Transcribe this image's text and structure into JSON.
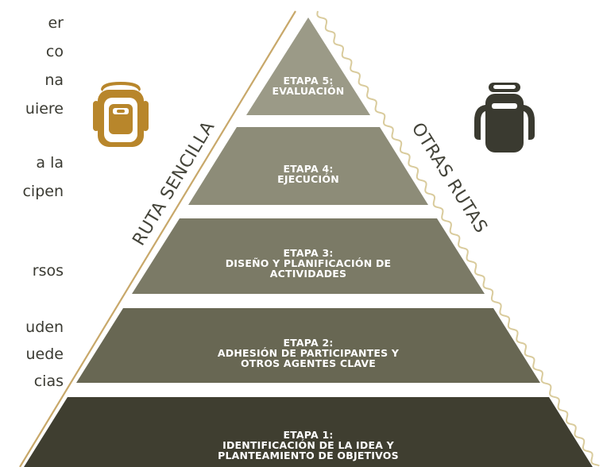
{
  "left_text_fragments": [
    "er",
    "co",
    "na",
    "uiere",
    "a la",
    "cipen",
    "rsos",
    "uden",
    "uede",
    "cias"
  ],
  "route_left": "RUTA SENCILLA",
  "route_right": "OTRAS RUTAS",
  "stages": [
    {
      "title": "ETAPA 5:",
      "lines": [
        "EVALUACIÓN"
      ]
    },
    {
      "title": "ETAPA 4:",
      "lines": [
        "EJECUCIÓN"
      ]
    },
    {
      "title": "ETAPA 3:",
      "lines": [
        "DISEÑO Y PLANIFICACIÓN DE",
        "ACTIVIDADES"
      ]
    },
    {
      "title": "ETAPA 2:",
      "lines": [
        "ADHESIÓN DE PARTICIPANTES Y",
        "OTROS AGENTES CLAVE"
      ]
    },
    {
      "title": "ETAPA 1:",
      "lines": [
        "IDENTIFICACIÓN DE LA IDEA Y",
        "PLANTEAMIENTO DE OBJETIVOS"
      ]
    }
  ],
  "colors": {
    "tier5": "#9b9a87",
    "tier4": "#8d8c78",
    "tier3": "#7b7a66",
    "tier2": "#686753",
    "tier1": "#3f3e30",
    "left_edge": "#c8a86a",
    "right_edge": "#d9cb9c",
    "backpack_gold": "#b8862b",
    "backpack_dark": "#3a3a30"
  },
  "icons": {
    "left": "backpack-simple-icon",
    "right": "backpack-traveler-icon"
  }
}
